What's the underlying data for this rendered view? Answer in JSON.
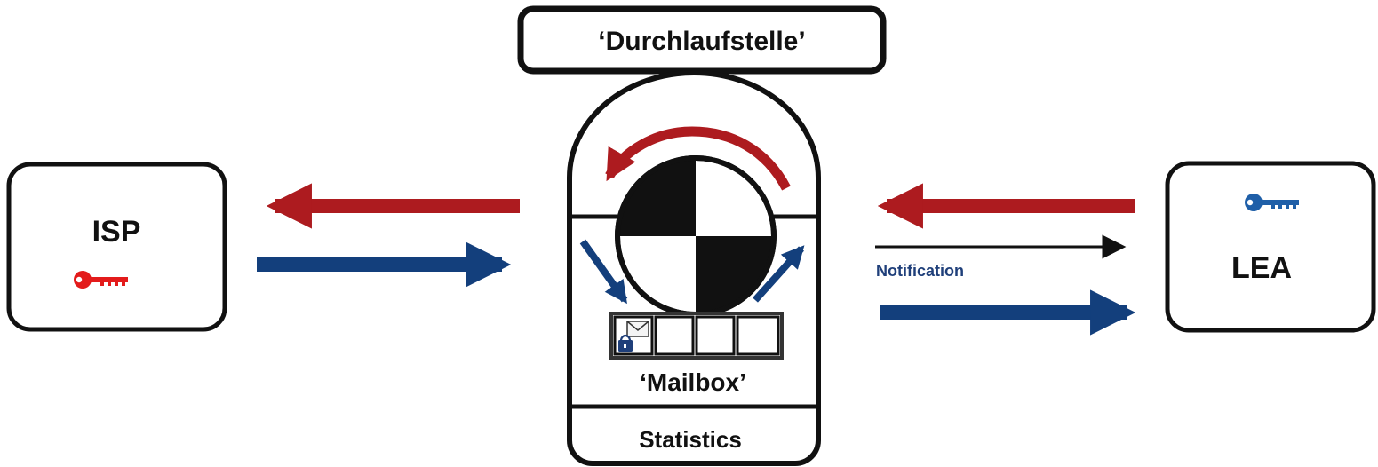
{
  "title": "‘Durchlaufstelle’",
  "isp": {
    "label": "ISP",
    "key_icon": "key-icon",
    "key_color": "#e31b1b"
  },
  "lea": {
    "label": "LEA",
    "key_icon": "key-icon",
    "key_color": "#1f5fa8"
  },
  "center": {
    "mailbox_label": "‘Mailbox’",
    "statistics_label": "Statistics",
    "mailbox_slots": 4,
    "mailbox_first_slot_icon": "locked-envelope-icon"
  },
  "notification_label": "Notification",
  "colors": {
    "red_arrow": "#ad1b1f",
    "blue_arrow": "#133f7c",
    "notification_text": "#1f3f7a",
    "outline": "#111111"
  }
}
